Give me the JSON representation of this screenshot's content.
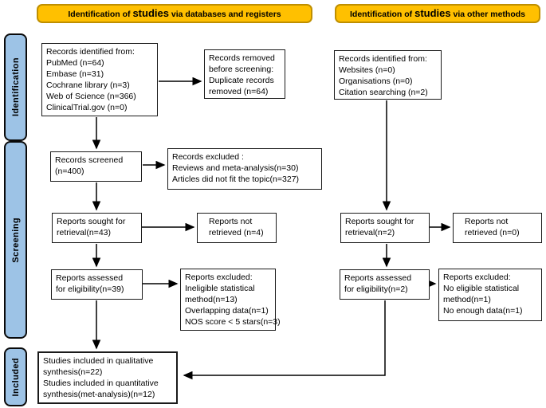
{
  "headers": {
    "left": {
      "prefix": "Identification of",
      "emphasis": "studies",
      "suffix": "via databases and registers"
    },
    "right": {
      "prefix": "Identification of",
      "emphasis": "studies",
      "suffix": "via other methods"
    }
  },
  "sidebar": {
    "identification": "Identification",
    "screening": "Screening",
    "included": "Included"
  },
  "colors": {
    "header_bg": "#FFC000",
    "header_border": "#BF8F00",
    "stage_bg": "#9DC3E6",
    "box_border": "#1a1a1a",
    "arrow": "#000000"
  },
  "boxes": {
    "db_identified": {
      "lines": [
        "Records identified from:",
        "PubMed (n=64)",
        "Embase (n=31)",
        "Cochrane library (n=3)",
        "Web of Science (n=366)",
        "ClinicalTrial.gov (n=0)"
      ]
    },
    "records_removed": {
      "lines": [
        "Records removed",
        "before screening:",
        "Duplicate records",
        "removed (n=64)"
      ]
    },
    "other_identified": {
      "lines": [
        "Records identified from:",
        "Websites (n=0)",
        "Organisations (n=0)",
        "Citation searching (n=2)"
      ]
    },
    "records_screened": {
      "lines": [
        "Records screened",
        "(n=400)"
      ]
    },
    "records_excluded": {
      "lines": [
        "Records excluded :",
        "Reviews and meta-analysis(n=30)",
        "Articles did not fit the topic(n=327)"
      ]
    },
    "reports_sought_db": {
      "lines": [
        "Reports sought for",
        "retrieval(n=43)"
      ]
    },
    "reports_not_retrieved_db": {
      "lines": [
        "Reports not",
        "retrieved (n=4)"
      ]
    },
    "reports_assessed_db": {
      "lines": [
        "Reports assessed",
        "for eligibility(n=39)"
      ]
    },
    "reports_excluded_db": {
      "lines": [
        "Reports excluded:",
        "Ineligible statistical",
        "method(n=13)",
        "Overlapping data(n=1)",
        "NOS score < 5 stars(n=3)"
      ]
    },
    "reports_sought_other": {
      "lines": [
        "Reports sought for",
        "retrieval(n=2)"
      ]
    },
    "reports_not_retrieved_other": {
      "lines": [
        "Reports not",
        "retrieved (n=0)"
      ]
    },
    "reports_assessed_other": {
      "lines": [
        "Reports assessed",
        "for eligibility(n=2)"
      ]
    },
    "reports_excluded_other": {
      "lines": [
        "Reports excluded:",
        "No eligible statistical",
        "method(n=1)",
        "No enough data(n=1)"
      ]
    },
    "included_studies": {
      "lines": [
        "Studies included in qualitative",
        "synthesis(n=22)",
        "Studies included in quantitative",
        "synthesis(met-analysis)(n=12)"
      ]
    }
  }
}
